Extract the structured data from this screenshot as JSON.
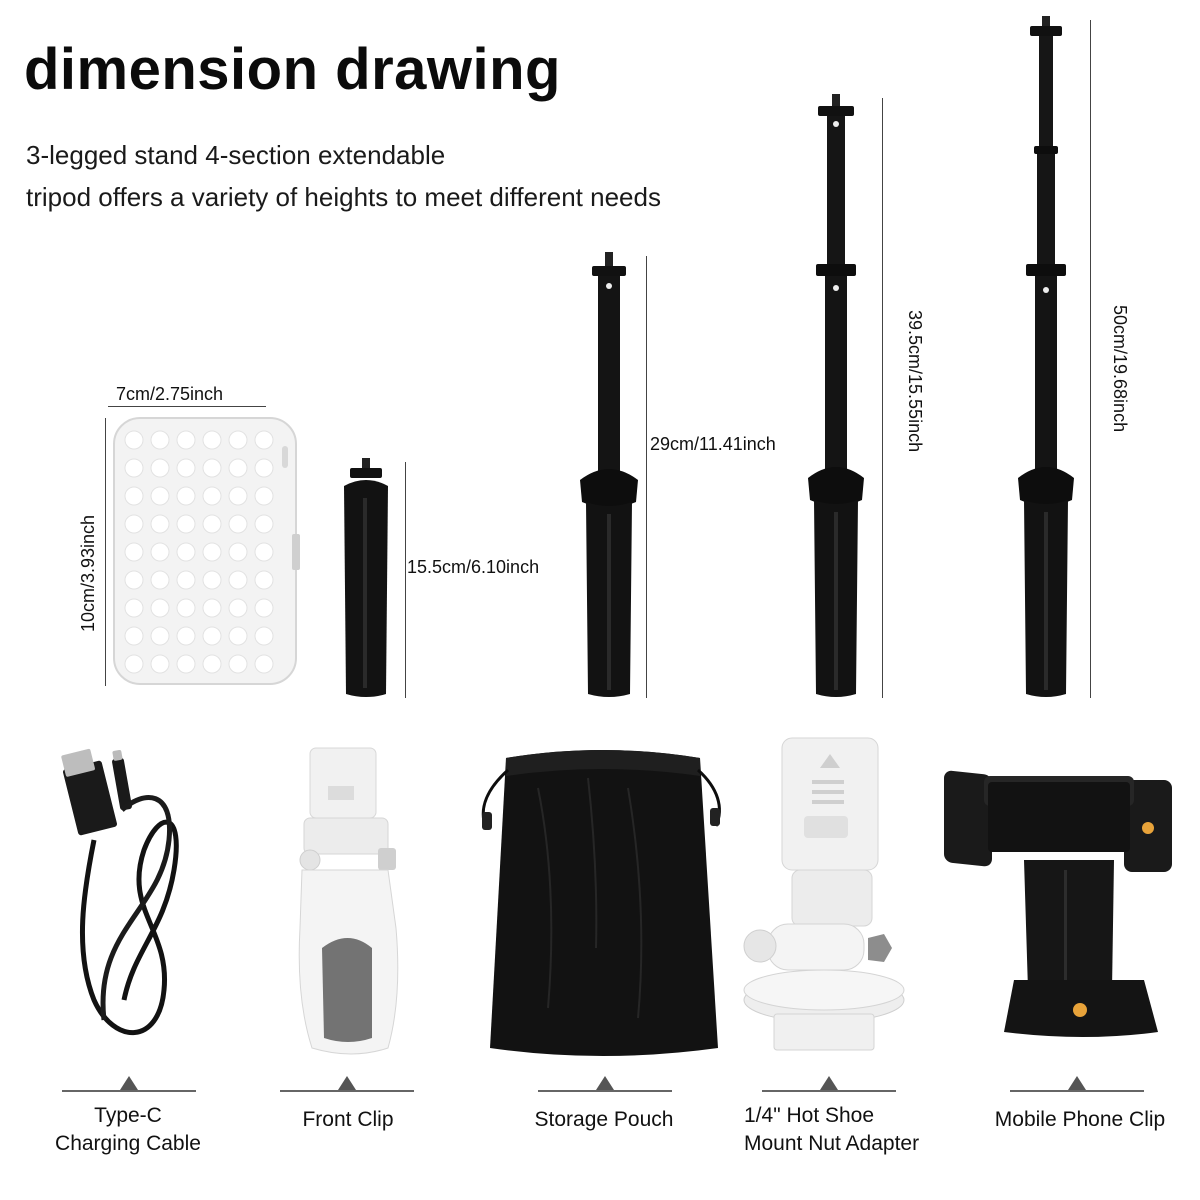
{
  "title": "dimension drawing",
  "subtitle_lines": [
    "3-legged stand 4-section extendable",
    "tripod offers a variety of heights to meet different needs"
  ],
  "dimensions": {
    "light_width": "7cm/2.75inch",
    "light_height": "10cm/3.93inch",
    "tripod_1": "15.5cm/6.10inch",
    "tripod_2": "29cm/11.41inch",
    "tripod_3": "39.5cm/15.55inch",
    "tripod_4": "50cm/19.68inch"
  },
  "accessories": [
    {
      "label_lines": [
        "Type-C",
        "Charging Cable"
      ],
      "icon": "usb-cable-icon"
    },
    {
      "label_lines": [
        "Front Clip"
      ],
      "icon": "front-clip-icon"
    },
    {
      "label_lines": [
        "Storage Pouch"
      ],
      "icon": "pouch-icon"
    },
    {
      "label_lines": [
        "1/4\" Hot Shoe",
        "Mount Nut Adapter"
      ],
      "icon": "hot-shoe-adapter-icon"
    },
    {
      "label_lines": [
        "Mobile Phone Clip"
      ],
      "icon": "phone-clip-icon"
    }
  ],
  "colors": {
    "tripod": "#111111",
    "light_panel": "#f4f4f4",
    "led": "#ffffff",
    "accent_gold": "#e8a33a"
  }
}
